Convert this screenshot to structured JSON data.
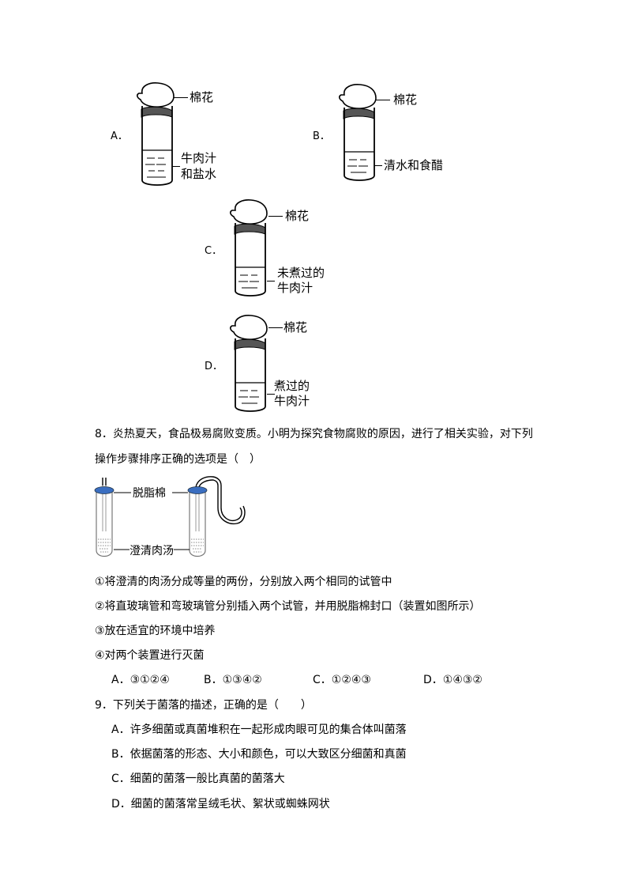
{
  "figures": {
    "A": {
      "letter": "A．",
      "cap_label": "棉花",
      "liquid_line1": "牛肉汁",
      "liquid_line2": "和盐水"
    },
    "B": {
      "letter": "B．",
      "cap_label": "棉花",
      "liquid_line1": "清水和食醋"
    },
    "C": {
      "letter": "C．",
      "cap_label": "棉花",
      "liquid_line1": "未煮过的",
      "liquid_line2": "牛肉汁"
    },
    "D": {
      "letter": "D．",
      "cap_label": "棉花",
      "liquid_line1": "煮过的",
      "liquid_line2": "牛肉汁"
    }
  },
  "q8": {
    "stem_line1": "8．炎热夏天，食品极易腐败变质。小明为探究食物腐败的原因，进行了相关实验，对下列",
    "stem_line2": "操作步骤排序正确的选项是（　）",
    "fig_label_cotton": "脱脂棉",
    "fig_label_broth": "澄清肉汤",
    "steps": [
      "①将澄清的肉汤分成等量的两份，分别放入两个相同的试管中",
      "②将直玻璃管和弯玻璃管分别插入两个试管，并用脱脂棉封口（装置如图所示）",
      "③放在适宜的环境中培养",
      "④对两个装置进行灭菌"
    ],
    "options": [
      "A．③①②④",
      "B．①③④②",
      "C．①②④③",
      "D．①④③②"
    ]
  },
  "q9": {
    "stem": "9．下列关于菌落的描述，正确的是（　　）",
    "options": [
      "A．许多细菌或真菌堆积在一起形成肉眼可见的集合体叫菌落",
      "B．依据菌落的形态、大小和颜色，可以大致区分细菌和真菌",
      "C．细菌的菌落一般比真菌的菌落大",
      "D．细菌的菌落常呈绒毛状、絮状或蜘蛛网状"
    ]
  }
}
